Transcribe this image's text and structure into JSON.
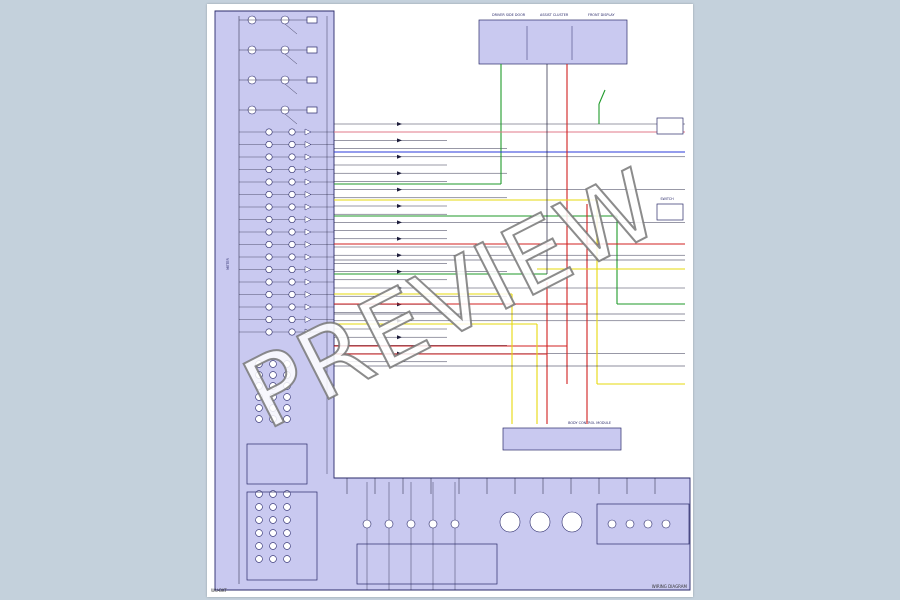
{
  "watermark": {
    "text": "PREVIEW"
  },
  "sheet": {
    "left_block_label": "METER",
    "corner_code": "WU-BKT",
    "footer_code": "WIRING DIAGRAM",
    "top_modules": [
      "DRIVER SIDE DOOR",
      "ASSIST CLUSTER",
      "FRONT DISPLAY"
    ],
    "bottom_module_label": "BODY CONTROL MODULE",
    "right_switch_label": "SWITCH"
  },
  "colors": {
    "sheet_bg": "#ffffff",
    "block_fill": "#c9c9f0",
    "block_stroke": "#2a2a6a",
    "wire_dark": "#1c1c3a",
    "wire_red": "#d02020",
    "wire_green": "#1f9a2a",
    "wire_yellow": "#e6d80e",
    "wire_blue": "#2a3ad8",
    "wire_pink": "#e07888"
  }
}
